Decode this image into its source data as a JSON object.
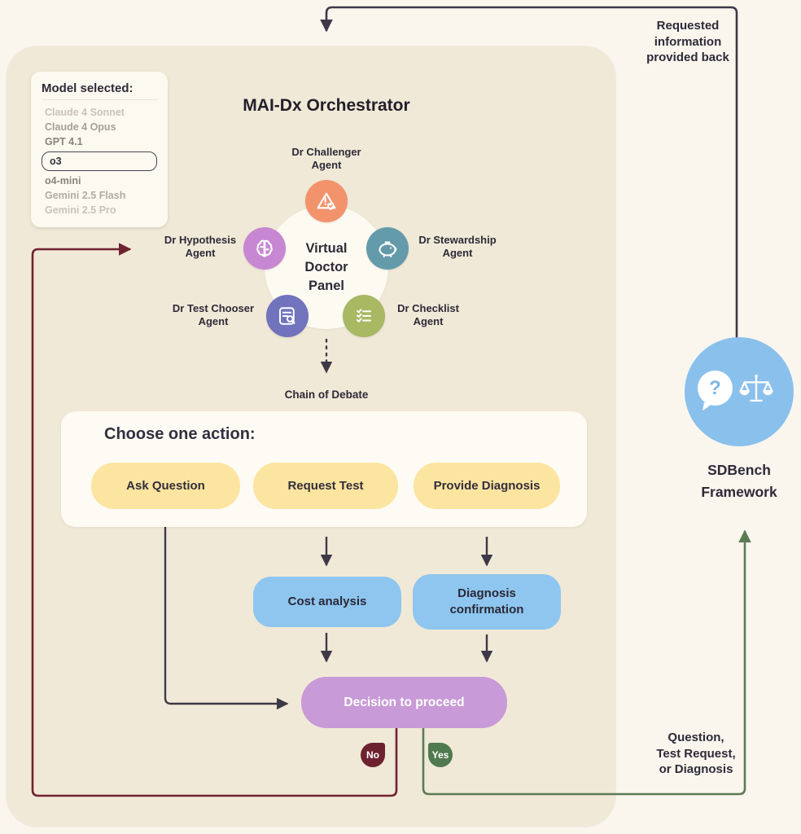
{
  "colors": {
    "page_bg": "#faf6ee",
    "panel_bg": "#f0e9d7",
    "dark_line": "#3e3947",
    "maroon_line": "#6e2230",
    "green_line": "#5c7a54",
    "action_yellow": "#fbe5a0",
    "process_blue": "#8ec6ef",
    "decision_purple": "#c89ad7",
    "sdbench_blue": "#8ac0ec",
    "agent_challenger": "#f2936c",
    "agent_hypothesis": "#c787d2",
    "agent_stewardship": "#649bab",
    "agent_test_chooser": "#7173bc",
    "agent_checklist": "#a8b863"
  },
  "model_box": {
    "title": "Model selected:",
    "items": [
      {
        "label": "Claude 4 Sonnet",
        "selected": false
      },
      {
        "label": "Claude 4 Opus",
        "selected": false
      },
      {
        "label": "GPT 4.1",
        "selected": false
      },
      {
        "label": "o3",
        "selected": true
      },
      {
        "label": "o4-mini",
        "selected": false
      },
      {
        "label": "Gemini 2.5 Flash",
        "selected": false
      },
      {
        "label": "Gemini 2.5 Pro",
        "selected": false
      }
    ]
  },
  "orchestrator": {
    "title": "MAI-Dx Orchestrator",
    "panel_label": "Virtual\nDoctor\nPanel",
    "chain_label": "Chain of Debate",
    "agents": [
      {
        "name": "challenger",
        "label": "Dr Challenger\nAgent"
      },
      {
        "name": "hypothesis",
        "label": "Dr Hypothesis\nAgent"
      },
      {
        "name": "stewardship",
        "label": "Dr Stewardship\nAgent"
      },
      {
        "name": "test-chooser",
        "label": "Dr Test Chooser\nAgent"
      },
      {
        "name": "checklist",
        "label": "Dr Checklist\nAgent"
      }
    ],
    "actions": {
      "title": "Choose one action:",
      "buttons": [
        "Ask Question",
        "Request Test",
        "Provide Diagnosis"
      ]
    },
    "cost_box": "Cost analysis",
    "confirmation_box": "Diagnosis\nconfirmation",
    "decision_box": "Decision to proceed",
    "no_label": "No",
    "yes_label": "Yes"
  },
  "sdbench": {
    "label": "SDBench\nFramework",
    "question_mark": "?"
  },
  "annotations": {
    "top_right": "Requested\ninformation\nprovided back",
    "bottom_right": "Question,\nTest Request,\nor Diagnosis"
  }
}
